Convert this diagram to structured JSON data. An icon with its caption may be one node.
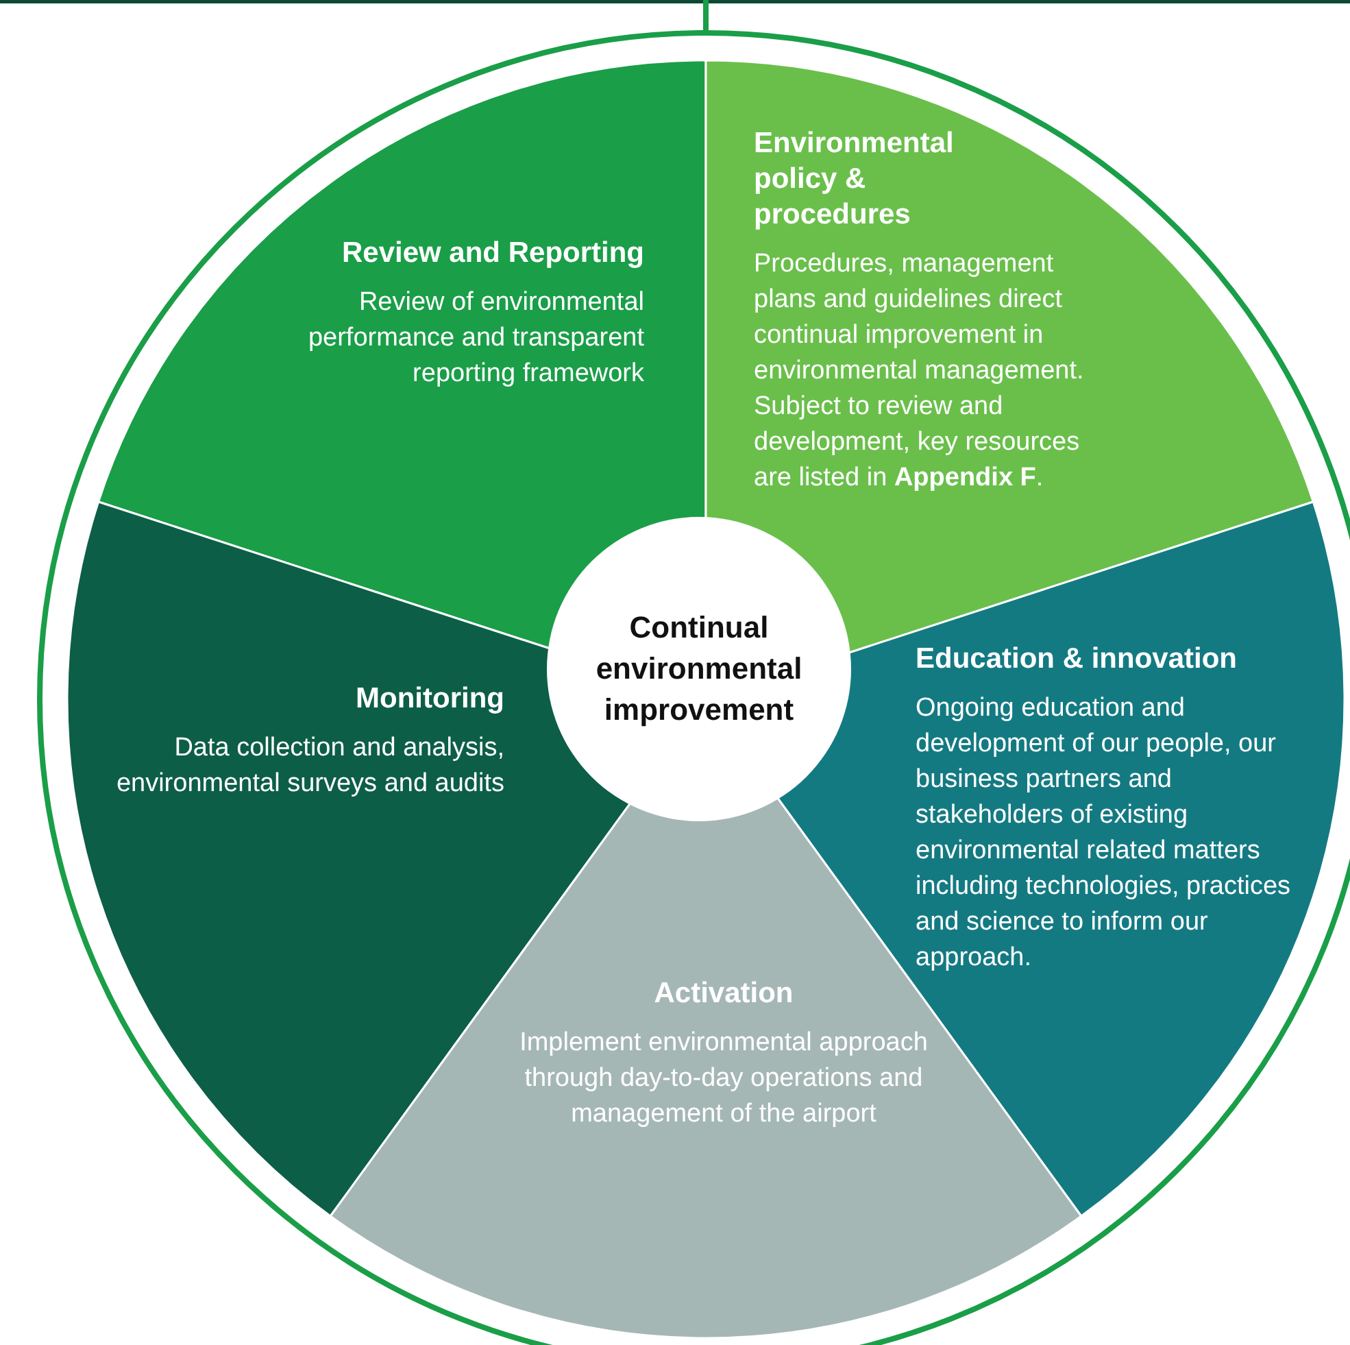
{
  "diagram": {
    "nodes": [
      {
        "text": [
          "Review and Reporting",
          "Review of environmental performance and transparent reporting framework"
        ]
      },
      {
        "text": [
          "Environmental policy & procedures",
          "Procedures, management plans and guidelines direct continual improvement in environmental management. Subject to review and development, key resources are listed in **Appendix F**."
        ]
      },
      {
        "text": [
          "Continual environmental improvement"
        ]
      },
      {
        "text": [
          "Monitoring",
          "Data collection and analysis, environmental surveys and audits"
        ]
      },
      {
        "text": [
          "Education & innovation",
          "Ongoing education and development of our people, our business partners and stakeholders of existing environmental related matters including technologies, practices and science to inform our approach."
        ]
      },
      {
        "text": [
          "Activation",
          "Implement environmental approach through day-to-day operations and management of the airport"
        ]
      }
    ]
  }
}
